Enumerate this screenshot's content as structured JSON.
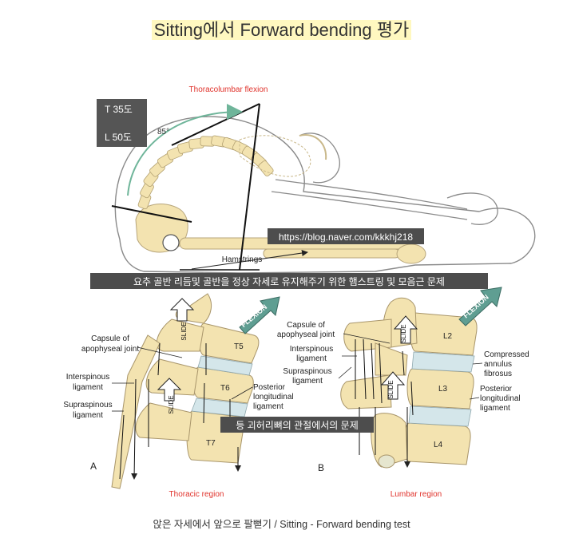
{
  "page_title": "Sitting에서 Forward bending 평가",
  "top_figure": {
    "flexion_label": "Thoracolumbar flexion",
    "angle_label": "85°",
    "t_box": "T 35도",
    "l_box": "L 50도",
    "url_watermark": "https://blog.naver.com/kkkhj218",
    "hamstrings_label": "Hamstrings",
    "overlay_caption": "요추 골반 리듬및 골반을 정상 자세로 유지해주기 위한 햄스트링 및 모음근 문제"
  },
  "panel_a": {
    "letter": "A",
    "region": "Thoracic region",
    "vertebrae": [
      "T5",
      "T6",
      "T7"
    ],
    "labels": {
      "capsule": [
        "Capsule of",
        "apophyseal joint"
      ],
      "interspinous": [
        "Interspinous",
        "ligament"
      ],
      "supraspinous": [
        "Supraspinous",
        "ligament"
      ],
      "posterior": [
        "Posterior",
        "longitudinal",
        "ligament"
      ]
    },
    "slide": "SLIDE",
    "flexion": "FLEXION"
  },
  "panel_b": {
    "letter": "B",
    "region": "Lumbar region",
    "vertebrae": [
      "L2",
      "L3",
      "L4"
    ],
    "labels": {
      "capsule": [
        "Capsule of",
        "apophyseal joint"
      ],
      "interspinous": [
        "Interspinous",
        "ligament"
      ],
      "supraspinous": [
        "Supraspinous",
        "ligament"
      ],
      "compressed": [
        "Compressed",
        "annulus",
        "fibrosus"
      ],
      "posterior": [
        "Posterior",
        "longitudinal",
        "ligament"
      ]
    },
    "slide": "SLIDE",
    "flexion": "FLEXION"
  },
  "bottom_overlay_caption": "등 괴허리뼈의 관절에서의 문제",
  "figure_caption": "앉은 자세에서 앞으로 팔뻗기 / Sitting - Forward bending test",
  "colors": {
    "title_highlight": "#fff8c0",
    "red_label": "#e0322b",
    "bone": "#f3e3b0",
    "disc": "#d4e6ea",
    "flexion_arrow": "#5f9e92",
    "angle_arc": "#6fb59a",
    "overlay_box": "#4d4d4d"
  }
}
